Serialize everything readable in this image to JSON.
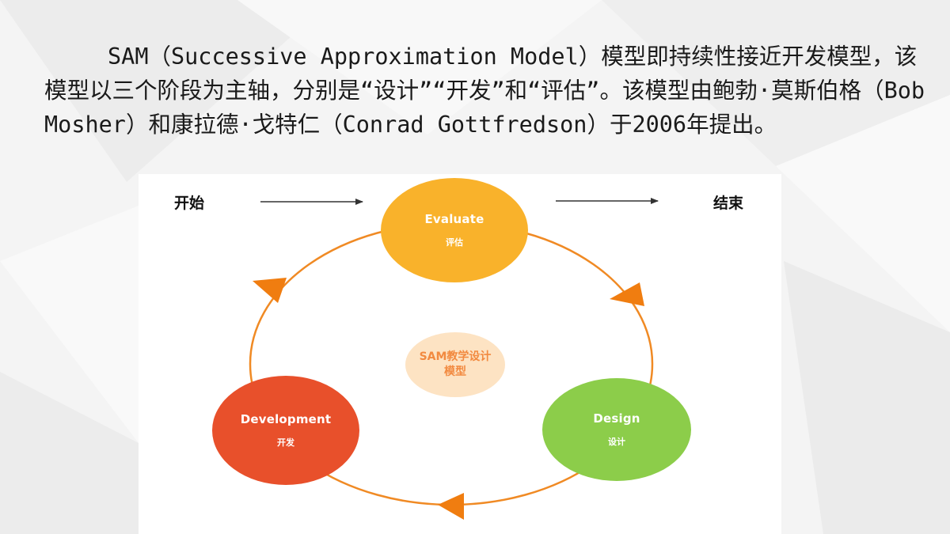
{
  "slide": {
    "paragraph": "SAM（Successive Approximation Model）模型即持续性接近开发模型，该模型以三个阶段为主轴，分别是“设计”“开发”和“评估”。该模型由鲍勃·莫斯伯格（Bob Mosher）和康拉德·戈特仁（Conrad Gottfredson）于2006年提出。"
  },
  "diagram": {
    "start_label": "开始",
    "end_label": "结束",
    "center": "SAM教学设计模型",
    "nodes": {
      "evaluate": {
        "en": "Evaluate",
        "cn": "评估",
        "color": "#f9b22b"
      },
      "design": {
        "en": "Design",
        "cn": "设计",
        "color": "#8ccd4a"
      },
      "development": {
        "en": "Development",
        "cn": "开发",
        "color": "#e8502b"
      }
    },
    "cycle_color": "#f08a24"
  }
}
